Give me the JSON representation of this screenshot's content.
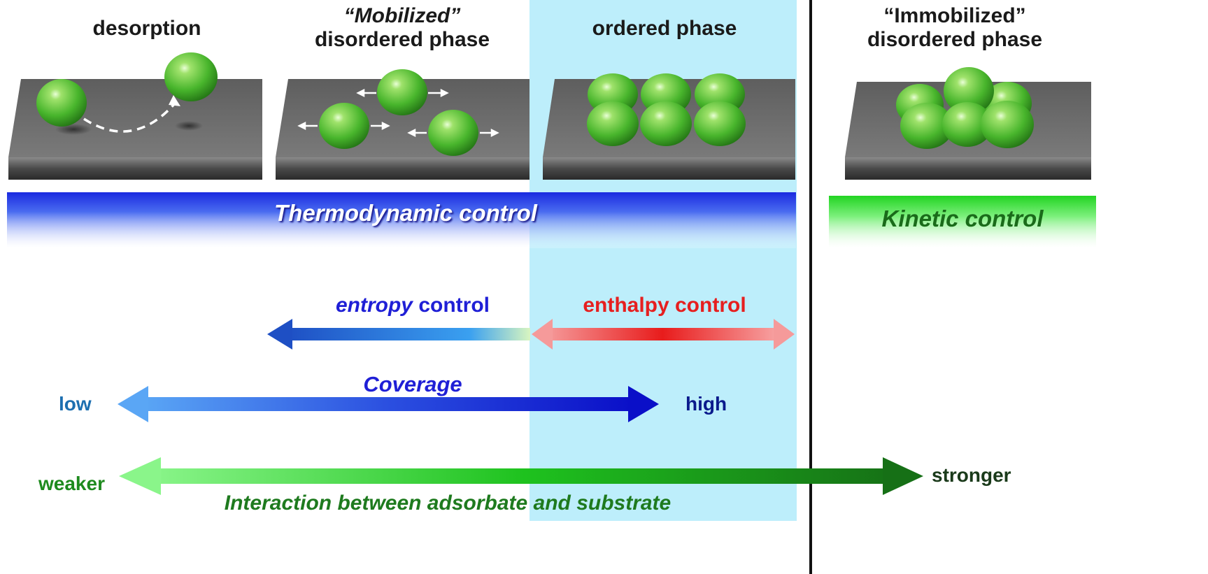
{
  "phases": {
    "desorption": {
      "label": "desorption"
    },
    "mobilized": {
      "label_italic": "“Mobilized”",
      "label": "disordered phase"
    },
    "ordered": {
      "label": "ordered phase"
    },
    "immobilized": {
      "label_quoted": "“Immobilized”",
      "label": "disordered phase"
    }
  },
  "controls": {
    "thermodynamic": "Thermodynamic control",
    "kinetic": "Kinetic control",
    "entropy_italic": "entropy",
    "entropy_rest": " control",
    "enthalpy": "enthalpy control"
  },
  "axes": {
    "coverage": {
      "title": "Coverage",
      "low": "low",
      "high": "high"
    },
    "interaction": {
      "title": "Interaction between adsorbate and substrate",
      "low": "weaker",
      "high": "stronger"
    }
  },
  "colors": {
    "ordered_highlight": "#bdeefb",
    "thermo_band": "#2333e6",
    "kinetic_band": "#33e633",
    "entropy": "#1f1fd6",
    "enthalpy": "#e61f1f",
    "interaction_text": "#1e7a1e",
    "particle": "#5dc840",
    "substrate": "#707070"
  }
}
